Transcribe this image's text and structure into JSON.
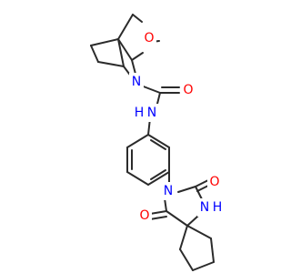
{
  "molecule": {
    "atoms": [
      {
        "id": "O_ring",
        "text": "O",
        "color": "#ff0000"
      },
      {
        "id": "N_bridge",
        "text": "N",
        "color": "#0000ff"
      },
      {
        "id": "O_carbonyl",
        "text": "O",
        "color": "#ff0000"
      },
      {
        "id": "NH_amide",
        "text": "N",
        "color": "#0000ff"
      },
      {
        "id": "H_amide",
        "text": "H",
        "color": "#0000ff"
      },
      {
        "id": "N_imide",
        "text": "N",
        "color": "#0000ff"
      },
      {
        "id": "O_imide_upper",
        "text": "O",
        "color": "#ff0000"
      },
      {
        "id": "O_imide_lower",
        "text": "O",
        "color": "#ff0000"
      },
      {
        "id": "NH_lactam",
        "text": "N",
        "color": "#0000ff"
      },
      {
        "id": "H_lactam",
        "text": "H",
        "color": "#0000ff"
      }
    ],
    "bond_color": "#2b2b2b"
  }
}
